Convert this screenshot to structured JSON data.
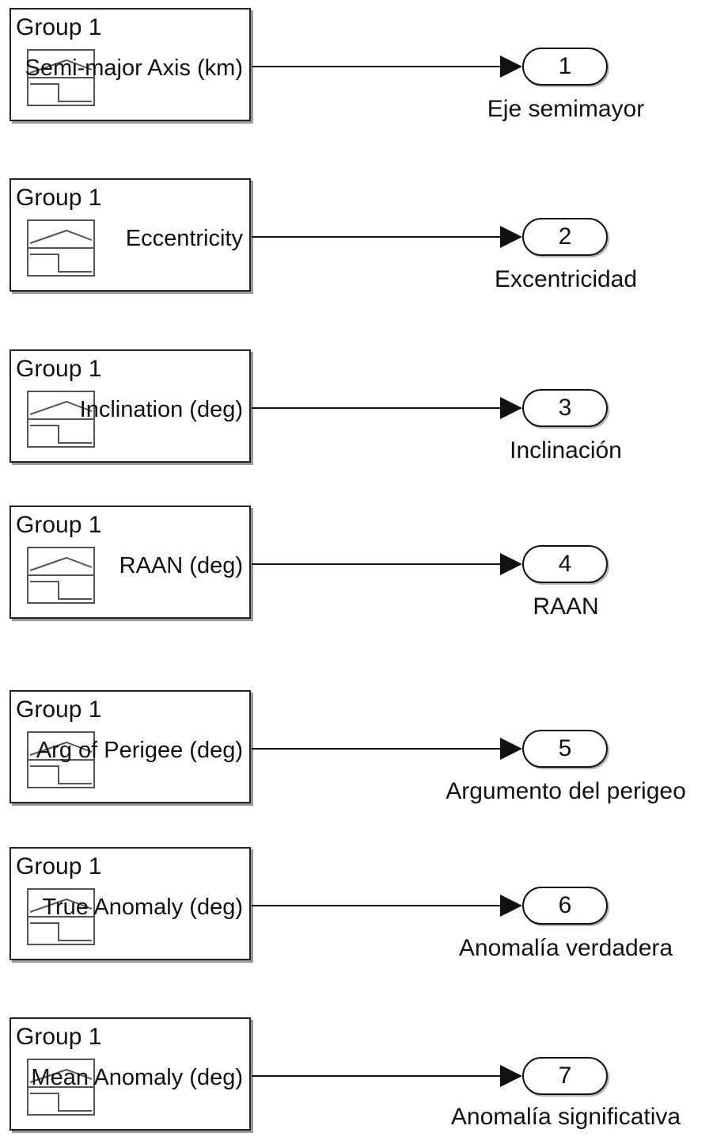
{
  "blocks": [
    {
      "group": "Group 1",
      "signal": "Semi-major Axis (km)",
      "port_number": "1",
      "port_label": "Eje semimayor",
      "icon": "signal-builder-icon"
    },
    {
      "group": "Group 1",
      "signal": "Eccentricity",
      "port_number": "2",
      "port_label": "Excentricidad",
      "icon": "signal-builder-icon"
    },
    {
      "group": "Group 1",
      "signal": "Inclination (deg)",
      "port_number": "3",
      "port_label": "Inclinación",
      "icon": "signal-builder-icon"
    },
    {
      "group": "Group 1",
      "signal": "RAAN (deg)",
      "port_number": "4",
      "port_label": "RAAN",
      "icon": "signal-builder-icon"
    },
    {
      "group": "Group 1",
      "signal": "Arg of Perigee (deg)",
      "port_number": "5",
      "port_label": "Argumento del perigeo",
      "icon": "signal-builder-icon"
    },
    {
      "group": "Group 1",
      "signal": "True Anomaly (deg)",
      "port_number": "6",
      "port_label": "Anomalía verdadera",
      "icon": "signal-builder-icon"
    },
    {
      "group": "Group 1",
      "signal": "Mean Anomaly (deg)",
      "port_number": "7",
      "port_label": "Anomalía significativa",
      "icon": "signal-builder-icon"
    }
  ],
  "colors": {
    "line": "#111111",
    "shadow": "#9a9a9a",
    "background": "#ffffff"
  }
}
